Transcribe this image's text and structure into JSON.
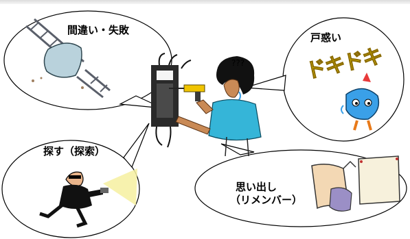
{
  "bubbles": {
    "mistake": {
      "label": "間違い・失敗"
    },
    "confused": {
      "label": "戸惑い",
      "sound_effect": "ドキドキ"
    },
    "search": {
      "label": "探す（探索）"
    },
    "recall": {
      "label_line1": "思い出し",
      "label_line2": "（リメンバー）"
    }
  },
  "worker": {
    "thought": "???"
  },
  "icons": [
    "broken-ladder-icon",
    "worker-with-drill-icon",
    "nervous-mascot-icon",
    "detective-with-flashlight-icon",
    "sign-reader-icon"
  ],
  "colors": {
    "sound_effect": "#f2d400",
    "drill": "#f0c400",
    "shirt": "#35b5d8",
    "mascot": "#3aa0e8"
  }
}
